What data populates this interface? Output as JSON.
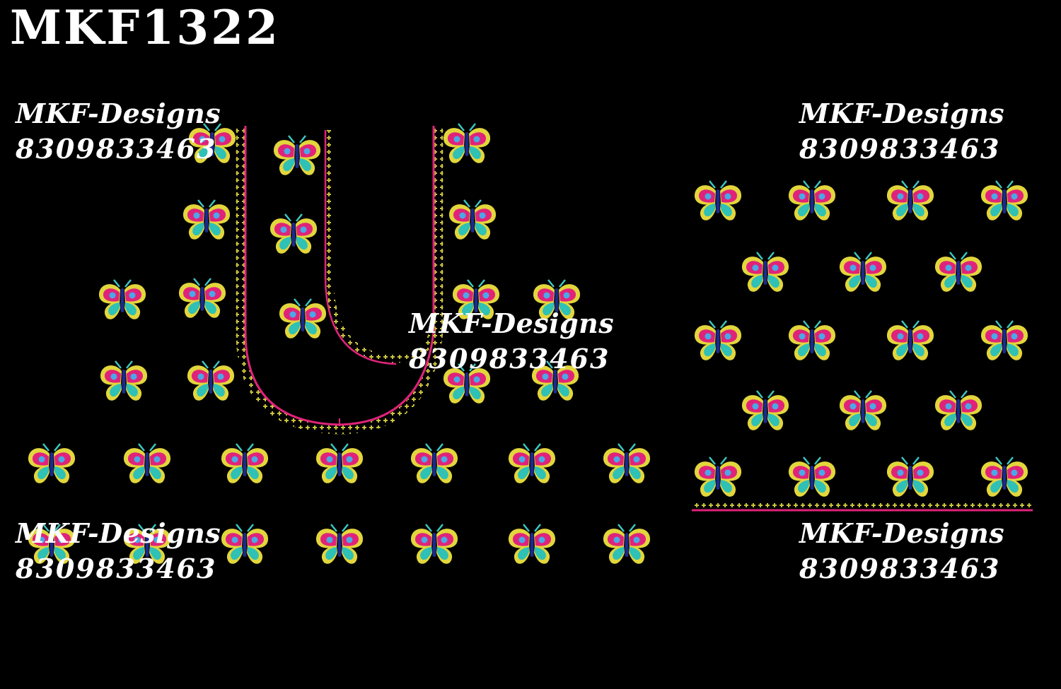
{
  "design_code": "MKF1322",
  "watermarks": [
    {
      "brand": "MKF-Designs",
      "phone": "8309833463"
    },
    {
      "brand": "MKF-Designs",
      "phone": "8309833463"
    },
    {
      "brand": "MKF-Designs",
      "phone": "8309833463"
    },
    {
      "brand": "MKF-Designs",
      "phone": "8309833463"
    },
    {
      "brand": "MKF-Designs",
      "phone": "8309833463"
    }
  ],
  "motif": {
    "name": "butterfly-motif",
    "colors": {
      "outer_wing": "#e2d63c",
      "wing_pink": "#e0237a",
      "wing_teal": "#2fc0b6",
      "eye": "#4aa8e8",
      "body": "#1b2a8c",
      "antenna": "#3ec6c0"
    }
  },
  "border_colors": {
    "pink_line": "#e0237a",
    "yellow_stitch": "#c9c23a",
    "background": "#000000"
  }
}
